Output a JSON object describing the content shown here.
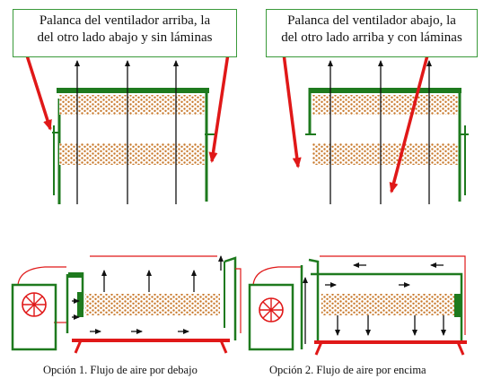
{
  "panels": {
    "top_left": {
      "callout_line1": "Palanca del ventilador arriba, la",
      "callout_line2": "del otro lado abajo y sin láminas"
    },
    "top_right": {
      "callout_line1": "Palanca del ventilador abajo, la",
      "callout_line2": "del otro lado arriba y con láminas"
    },
    "bottom_left": {
      "caption": "Opción 1.  Flujo de aire por debajo"
    },
    "bottom_right": {
      "caption": "Opción 2. Flujo de aire por encima"
    }
  },
  "colors": {
    "frame": "#1e7a1e",
    "accent_red": "#e01818",
    "grain": "#c8782a",
    "callout_border": "#3a9a3a",
    "arrow": "#111111"
  },
  "icons": [
    "fan-icon"
  ]
}
